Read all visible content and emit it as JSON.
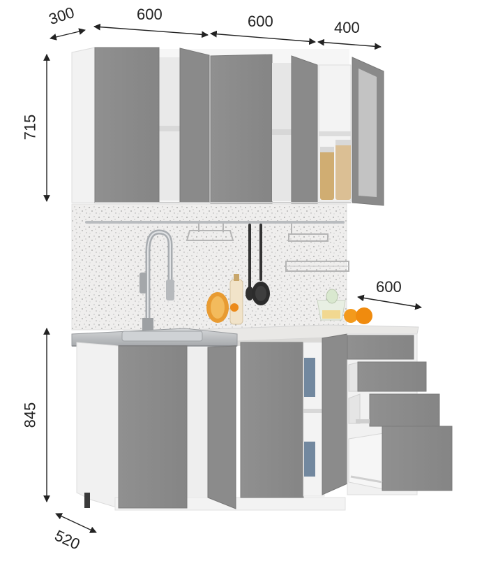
{
  "dimensions": {
    "upper_depth": "300",
    "upper_width_left": "600",
    "upper_width_middle": "600",
    "upper_width_right": "400",
    "upper_height": "715",
    "counter_depth": "600",
    "base_height": "845",
    "base_depth": "520"
  },
  "colors": {
    "door_grey": "#8b8b8b",
    "door_grey_dark": "#7a7a7a",
    "carcass_white": "#f4f4f4",
    "backsplash": "#ecebea",
    "countertop": "#e9e8e6",
    "steel": "#b9bcbf",
    "dimension_line": "#222222"
  }
}
